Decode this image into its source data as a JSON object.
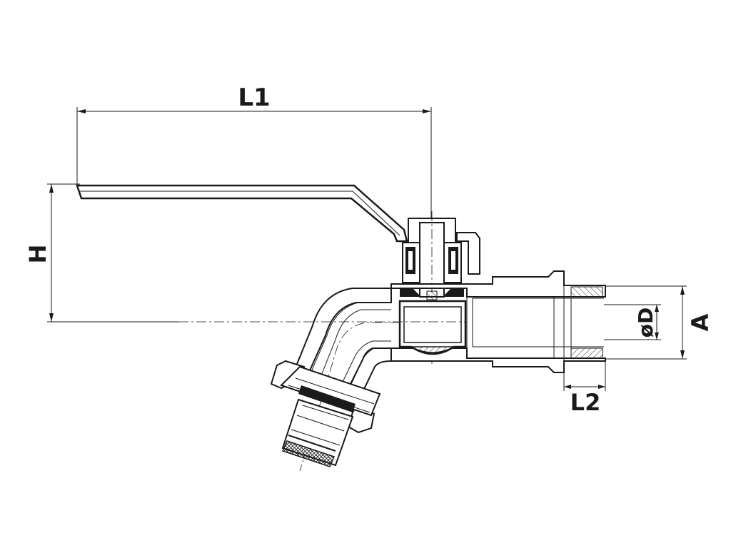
{
  "dimensions": {
    "L1": "L1",
    "L2": "L2",
    "H": "H",
    "A": "A",
    "D": "øD"
  },
  "colors": {
    "line": "#1a1a1a",
    "background": "#ffffff"
  }
}
